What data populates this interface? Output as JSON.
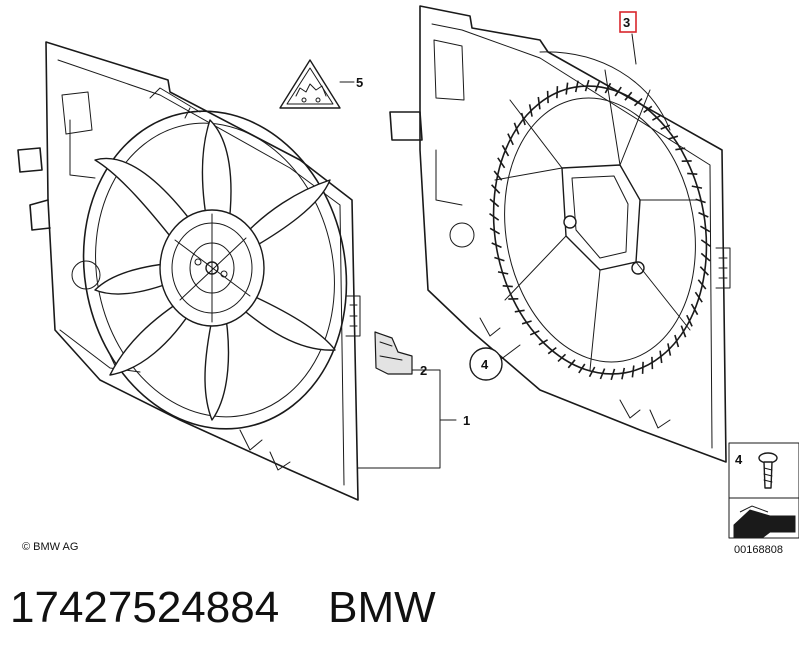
{
  "callouts": {
    "c1": "1",
    "c2": "2",
    "c3": "3",
    "c4_circle": "4",
    "c4_box": "4",
    "c5": "5"
  },
  "copyright": "© BMW AG",
  "diagram_code": "00168808",
  "caption": {
    "part_number": "17427524884",
    "brand": "BMW"
  },
  "colors": {
    "line": "#1a1a1a",
    "highlight": "#d9262c",
    "background": "#ffffff"
  }
}
